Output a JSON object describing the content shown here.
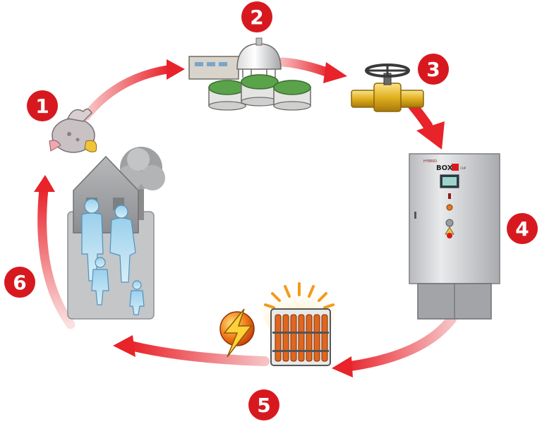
{
  "steps": [
    {
      "number": "1",
      "icon": "waste-bag-icon"
    },
    {
      "number": "2",
      "icon": "biogas-plant-icon"
    },
    {
      "number": "3",
      "icon": "gas-valve-icon"
    },
    {
      "number": "4",
      "icon": "hybrid-box-cabinet-icon"
    },
    {
      "number": "5",
      "icon": "heat-and-power-icon"
    },
    {
      "number": "6",
      "icon": "family-home-icon"
    }
  ],
  "cabinet": {
    "brand_top": "HYBRID",
    "brand_main": "BOX",
    "brand_tag": "CHP"
  },
  "colors": {
    "badge_red": "#d7191f",
    "arrow_red": "#e8232a",
    "arrow_fade": "#f6b6b8",
    "pipe_gold": "#e0b020",
    "cabinet_grey": "#c8c9cb"
  }
}
